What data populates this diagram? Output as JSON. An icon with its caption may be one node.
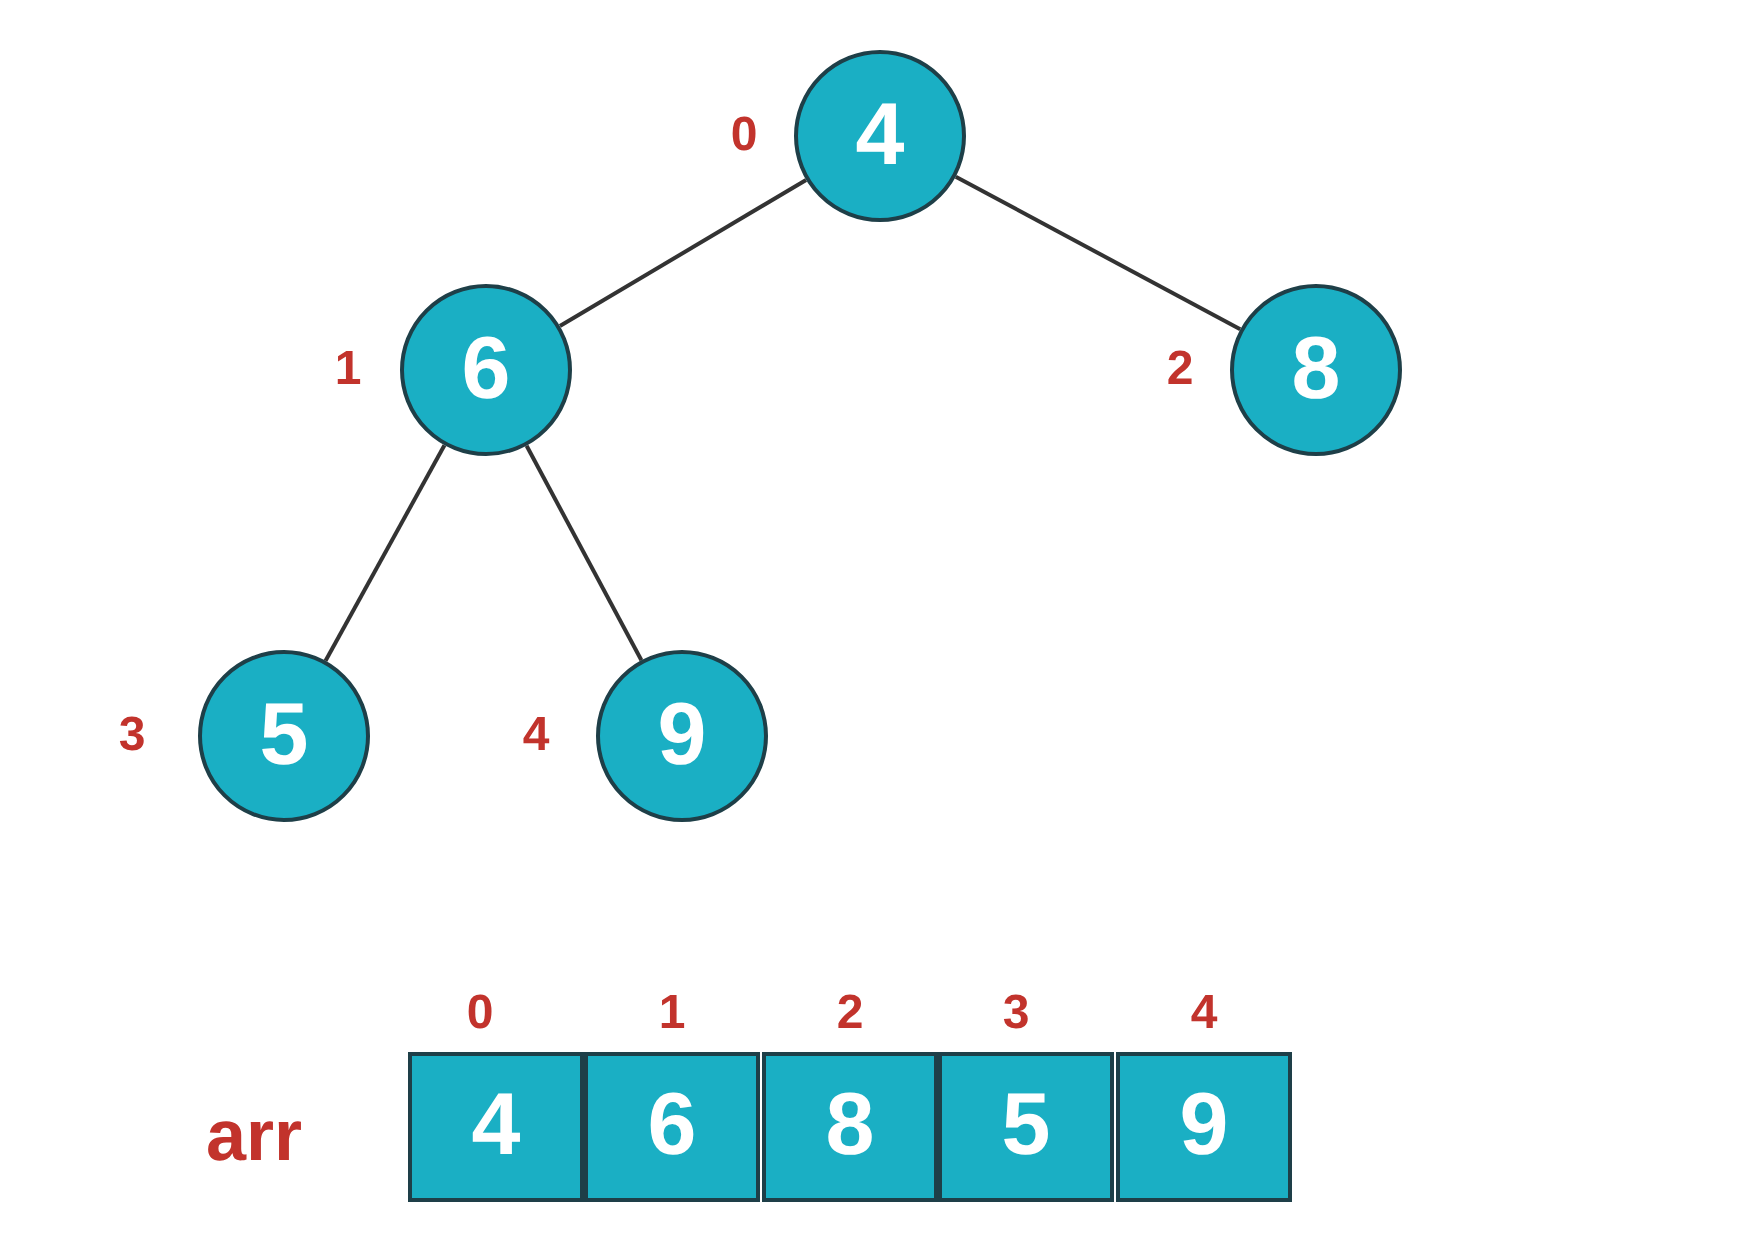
{
  "diagram": {
    "nodes": [
      {
        "text": [
          "4"
        ],
        "beside": [
          "0"
        ]
      },
      {
        "text": [
          "6"
        ],
        "beside": [
          "1"
        ]
      },
      {
        "text": [
          "8"
        ],
        "beside": [
          "2"
        ]
      },
      {
        "text": [
          "5"
        ],
        "beside": [
          "3"
        ]
      },
      {
        "text": [
          "9"
        ],
        "beside": [
          "4"
        ]
      },
      {
        "text": [
          "4"
        ],
        "beside": [
          "0"
        ]
      },
      {
        "text": [
          "6"
        ],
        "beside": [
          "1"
        ]
      },
      {
        "text": [
          "8"
        ],
        "beside": [
          "2"
        ]
      },
      {
        "text": [
          "5"
        ],
        "beside": [
          "3"
        ]
      },
      {
        "text": [
          "9"
        ],
        "beside": [
          "4"
        ]
      }
    ],
    "edges": [
      {
        "from": 0,
        "to": 1,
        "arrow": "none"
      },
      {
        "from": 0,
        "to": 2,
        "arrow": "none"
      },
      {
        "from": 1,
        "to": 3,
        "arrow": "none"
      },
      {
        "from": 1,
        "to": 4,
        "arrow": "none"
      }
    ],
    "labels": [
      "arr"
    ]
  }
}
